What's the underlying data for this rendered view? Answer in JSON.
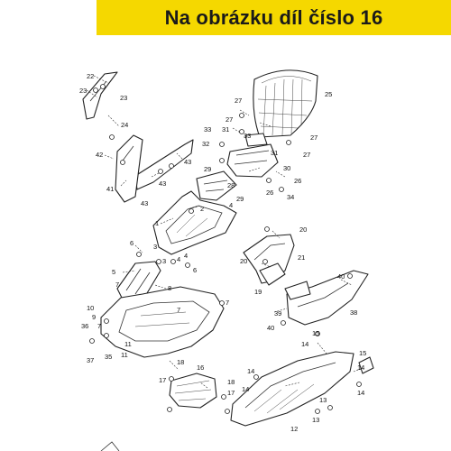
{
  "banner": {
    "text": "Na obrázku díl číslo 16"
  },
  "labels": {
    "l1": "1",
    "l2": "2",
    "l3a": "3",
    "l3b": "3",
    "l4a": "4",
    "l4b": "4",
    "l4c": "4",
    "l5": "5",
    "l6a": "6",
    "l6b": "6",
    "l7a": "7",
    "l7b": "7",
    "l7c": "7",
    "l7d": "7",
    "l8": "8",
    "l9": "9",
    "l10": "10",
    "l11a": "11",
    "l11b": "11",
    "l12": "12",
    "l13a": "13",
    "l13b": "13",
    "l14a": "14",
    "l14b": "14",
    "l14c": "14",
    "l14d": "14",
    "l14e": "14",
    "l15a": "15",
    "l15b": "15",
    "l16": "16",
    "l17a": "17",
    "l17b": "17",
    "l18a": "18",
    "l18b": "18",
    "l19": "19",
    "l20a": "20",
    "l20b": "20",
    "l21": "21",
    "l22": "22",
    "l23a": "23",
    "l23b": "23",
    "l24": "24",
    "l25": "25",
    "l26a": "26",
    "l26b": "26",
    "l27a": "27",
    "l27b": "27",
    "l27c": "27",
    "l27d": "27",
    "l28": "28",
    "l29a": "29",
    "l29b": "29",
    "l30": "30",
    "l31a": "31",
    "l31b": "31",
    "l32": "32",
    "l33a": "33",
    "l33b": "33",
    "l34": "34",
    "l35": "35",
    "l36": "36",
    "l37": "37",
    "l38": "38",
    "l39": "39",
    "l40a": "40",
    "l40b": "40",
    "l41": "41",
    "l42": "42",
    "l43a": "43",
    "l43b": "43",
    "l43c": "43"
  }
}
